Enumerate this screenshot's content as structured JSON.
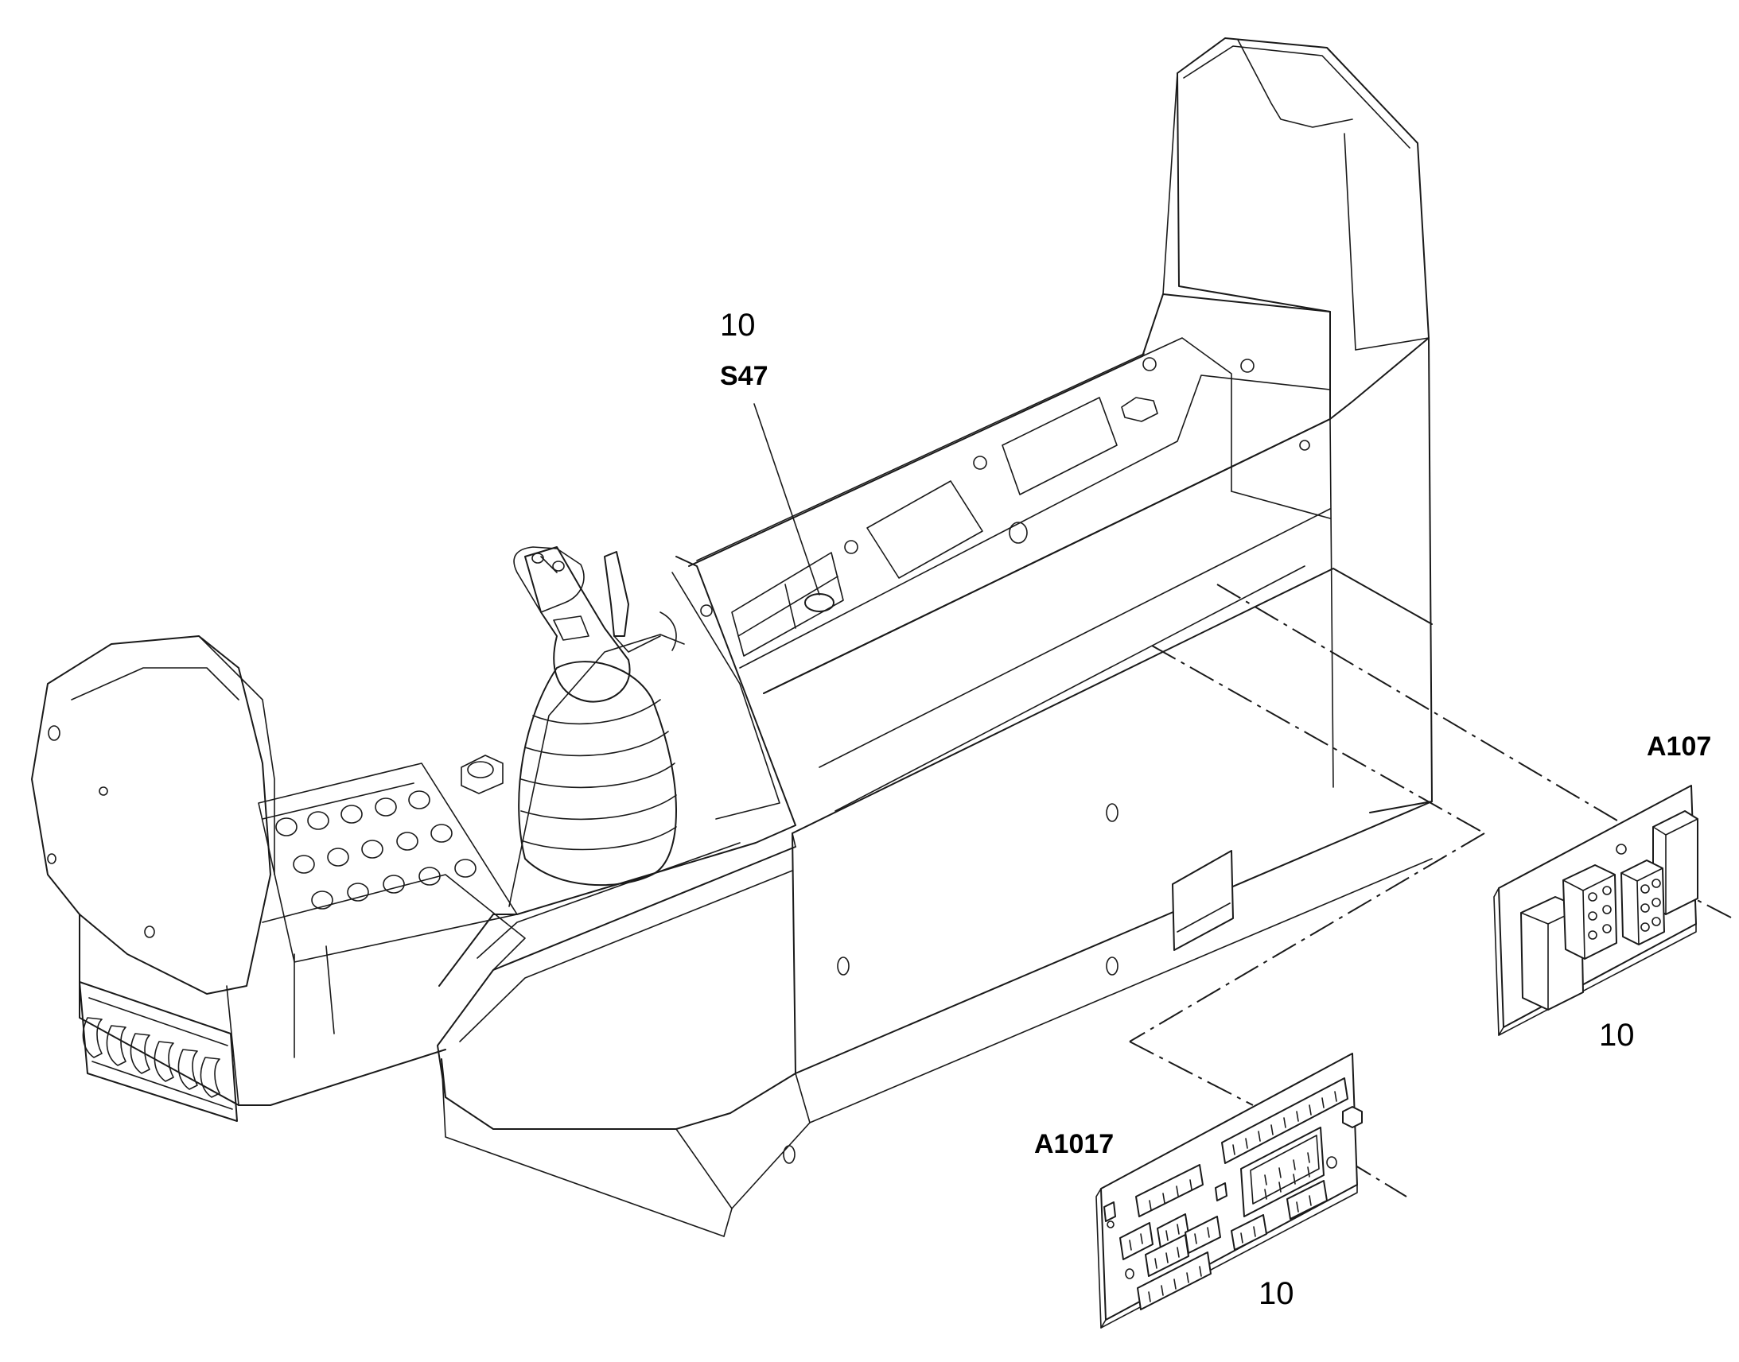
{
  "labels": {
    "s47_ref": "S47",
    "s47_qty": "10",
    "a107_ref": "A107",
    "a107_qty": "10",
    "a1017_ref": "A1017",
    "a1017_qty": "10"
  }
}
